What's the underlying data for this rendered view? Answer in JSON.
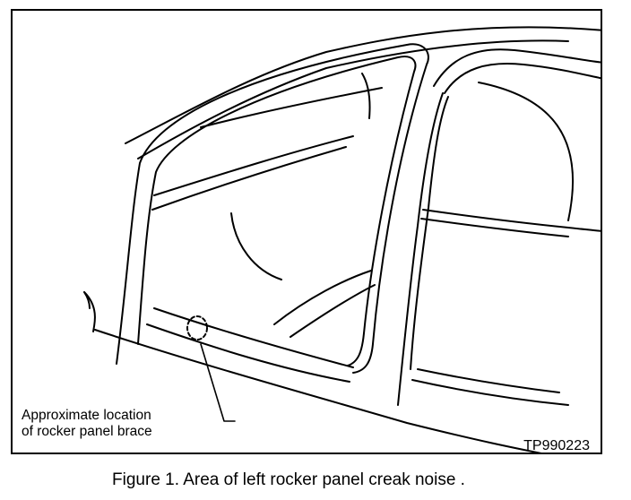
{
  "figure": {
    "callout": {
      "line1": "Approximate location",
      "line2": "of rocker panel brace"
    },
    "code": "TP990223",
    "caption": "Figure 1. Area of left rocker  panel creak noise ."
  },
  "colors": {
    "ink": "#000000",
    "paper": "#ffffff"
  }
}
